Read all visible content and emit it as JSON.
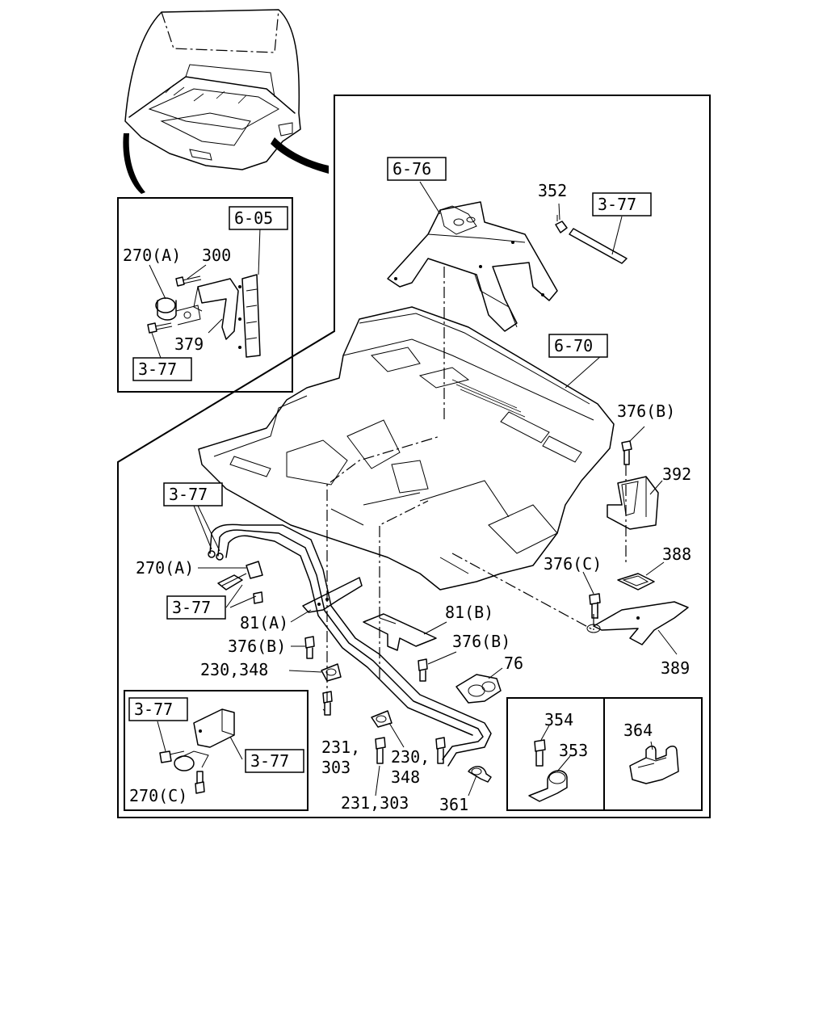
{
  "ref_boxes": {
    "inset_top": "6-05",
    "inset_bottom_left": "3-77",
    "bracket_main": "6-76",
    "pipe_top": "3-77",
    "floor": "6-70",
    "pipes_left": "3-77",
    "bolts_left": "3-77",
    "detail_top": "3-77",
    "detail_right": "3-77"
  },
  "labels": {
    "inset_270a": "270(A)",
    "inset_300": "300",
    "inset_379": "379",
    "p352": "352",
    "p376b_top": "376(B)",
    "p392": "392",
    "p388": "388",
    "p376c": "376(C)",
    "p389": "389",
    "p270a_main": "270(A)",
    "p81a": "81(A)",
    "p81b": "81(B)",
    "p376b_left": "376(B)",
    "p376b_mid": "376(B)",
    "p76": "76",
    "p230_348_top": "230,348",
    "p231_line1": "231,",
    "p231_line2": "303",
    "p230_line1": "230,",
    "p230_line2": "348",
    "p231_303_bottom": "231,303",
    "p361": "361",
    "p270c": "270(C)",
    "p354": "354",
    "p353": "353",
    "p364": "364"
  }
}
